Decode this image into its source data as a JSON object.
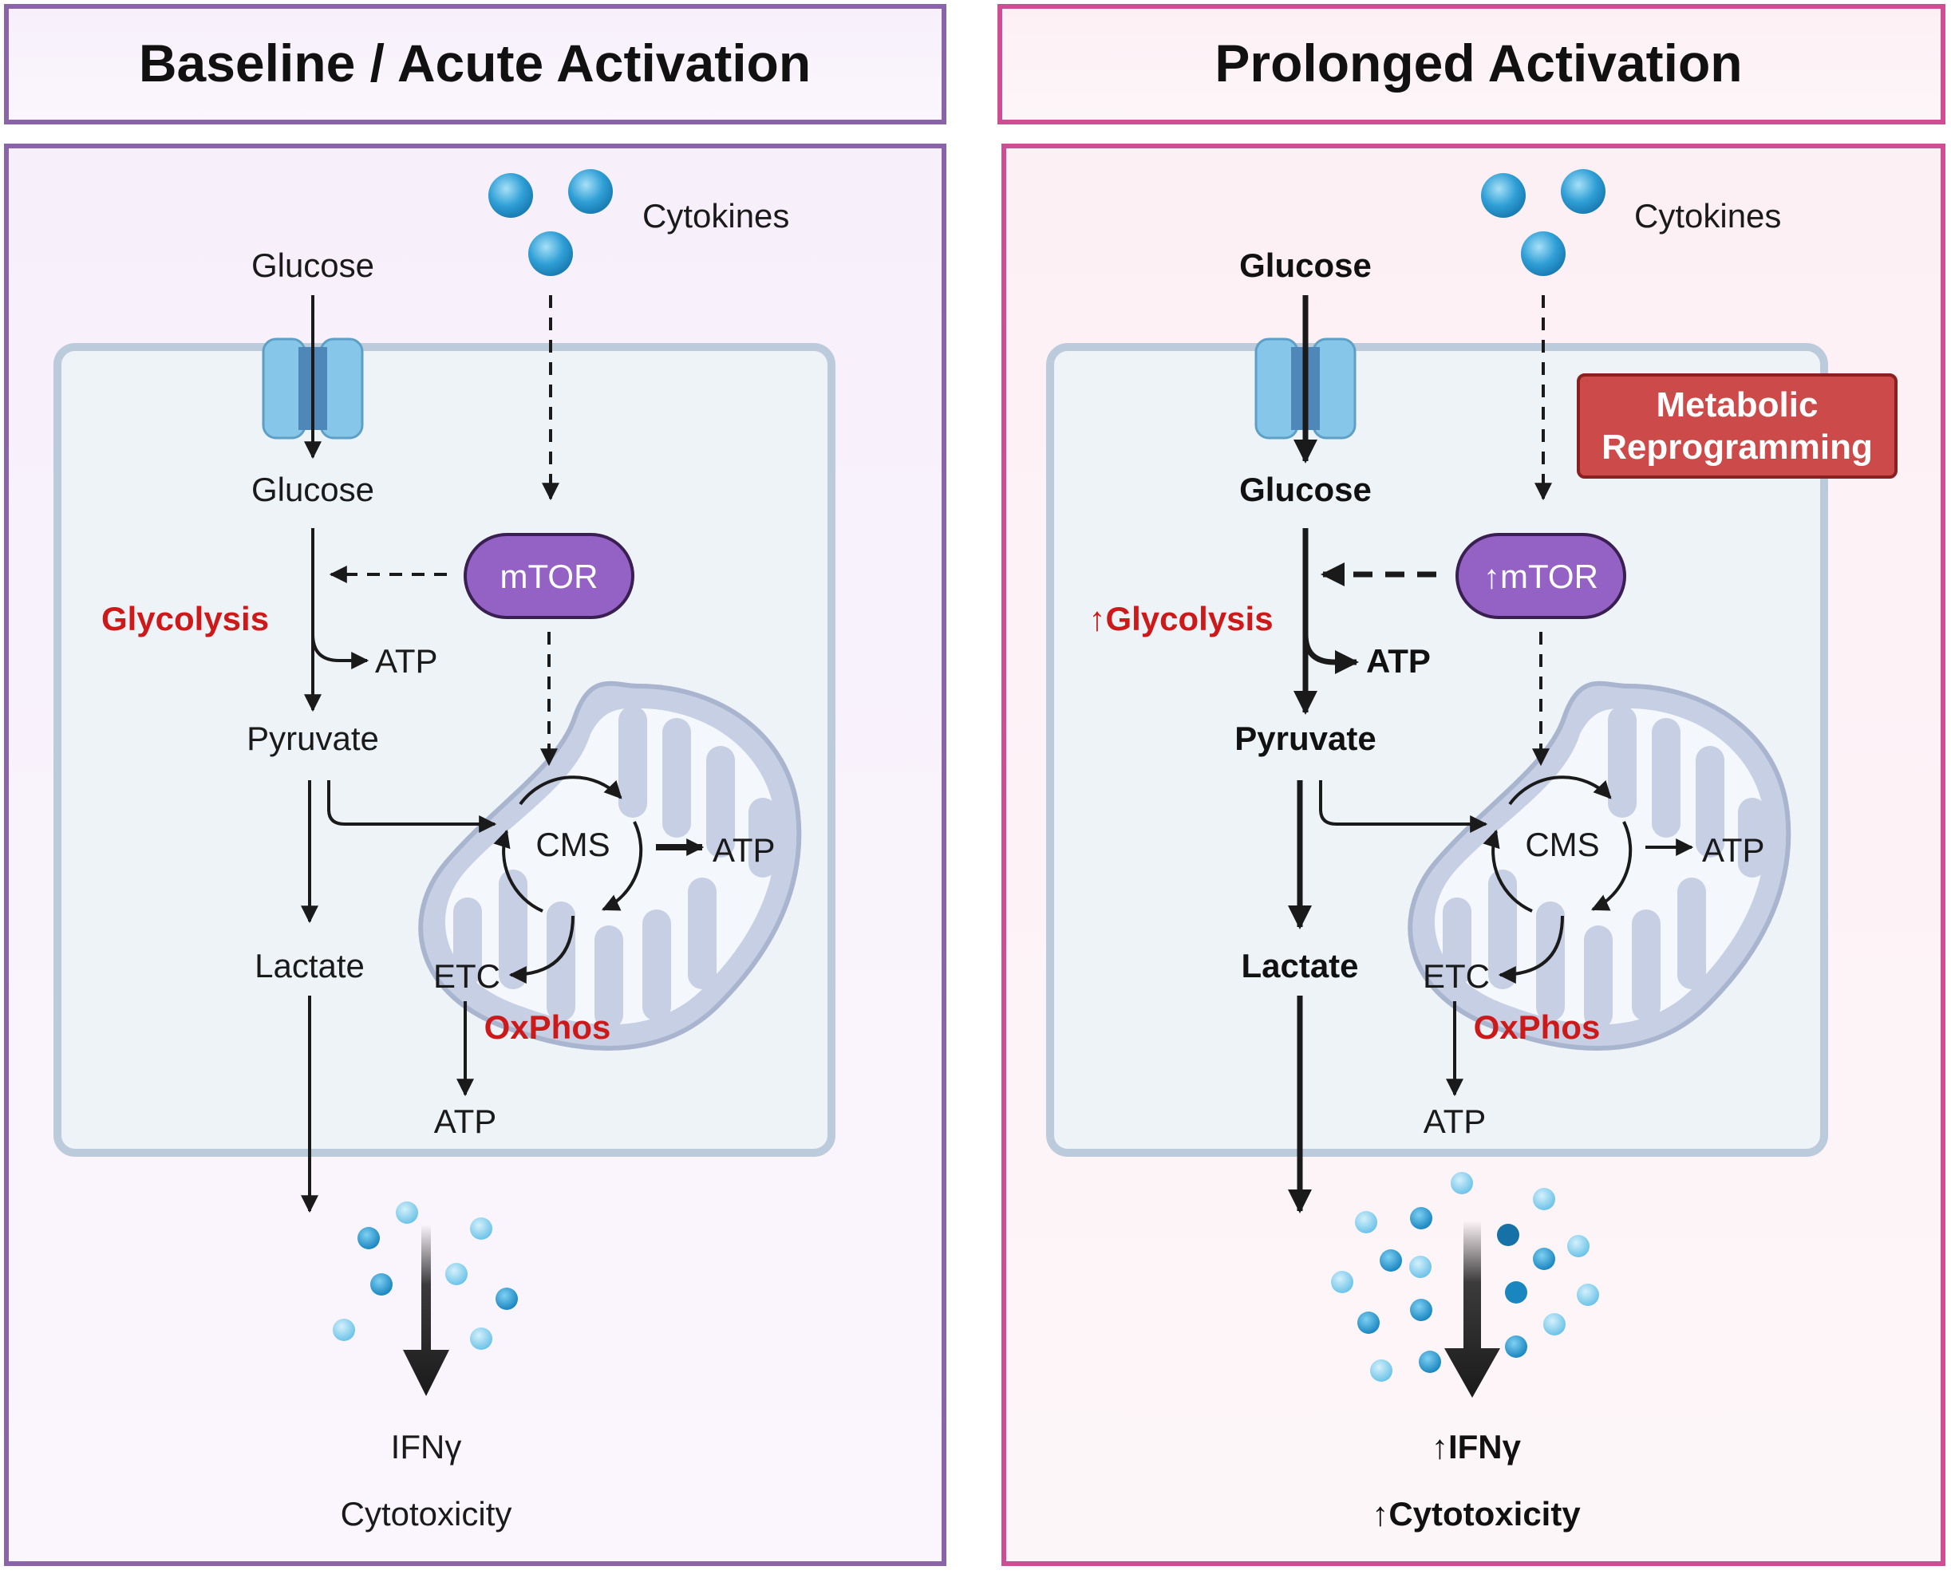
{
  "colors": {
    "left_border": "#8b63a8",
    "right_border": "#cf4d93",
    "cell_fill": "#eef3f8",
    "cell_stroke": "#bccbdc",
    "mtor_fill": "#9462c4",
    "red_label": "#cc1a1a",
    "metabolic_fill": "#cc4a4a",
    "transporter": "#86c6e8",
    "mito": "#c6cfe3",
    "cytokine": "#2f9fd6"
  },
  "left": {
    "title": "Baseline / Acute Activation",
    "cytokines": "Cytokines",
    "glucose_outside": "Glucose",
    "glucose_inside": "Glucose",
    "mtor": "mTOR",
    "glycolysis": "Glycolysis",
    "atp_glycolysis": "ATP",
    "pyruvate": "Pyruvate",
    "cms": "CMS",
    "atp_cms": "ATP",
    "lactate": "Lactate",
    "etc": "ETC",
    "oxphos": "OxPhos",
    "atp_etc": "ATP",
    "ifng": "IFNγ",
    "cytotoxicity": "Cytotoxicity"
  },
  "right": {
    "title": "Prolonged Activation",
    "cytokines": "Cytokines",
    "glucose_outside": "Glucose",
    "glucose_inside": "Glucose",
    "metabolic_line1": "Metabolic",
    "metabolic_line2": "Reprogramming",
    "mtor": "↑mTOR",
    "glycolysis": "↑Glycolysis",
    "atp_glycolysis": "ATP",
    "pyruvate": "Pyruvate",
    "cms": "CMS",
    "atp_cms": "ATP",
    "lactate": "Lactate",
    "etc": "ETC",
    "oxphos": "OxPhos",
    "atp_etc": "ATP",
    "ifng": "↑IFNγ",
    "cytotoxicity": "↑Cytotoxicity"
  }
}
